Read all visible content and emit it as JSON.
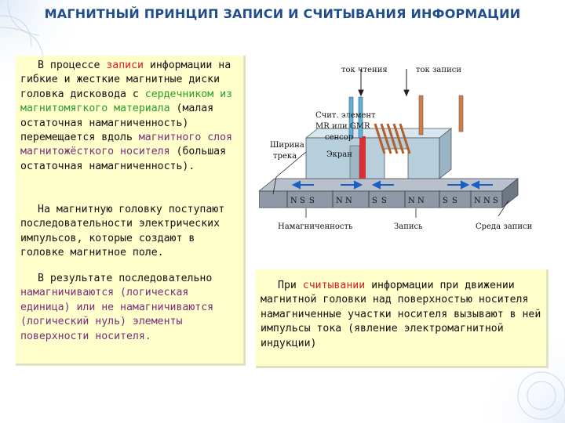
{
  "title": "МАГНИТНЫЙ ПРИНЦИП ЗАПИСИ И СЧИТЫВАНИЯ ИНФОРМАЦИИ",
  "left": {
    "p1": {
      "s1": "В процессе ",
      "s2": "записи",
      "s3": " информации на гибкие и жесткие магнитные диски головка дисковода с ",
      "s4": "сердечником из магнитомягкого материала",
      "s5": " (малая остаточная намагниченность) перемещается вдоль ",
      "s6": "магнитного слоя магнитожёсткого носителя",
      "s7": " (большая остаточная намагниченность)."
    },
    "p2": "На магнитную головку поступают последовательности электрических импульсов, которые создают в головке магнитное поле.",
    "p3": {
      "s1": "В результате последовательно ",
      "s2": "намагничиваются (логическая единица) или не намагничиваются (логический нуль) элементы поверхности носителя."
    }
  },
  "bottom": {
    "s1": "При ",
    "s2": "считывании",
    "s3": " информации при движении магнитной головки над поверхностью носителя намагниченные участки носителя вызывают в ней импульсы тока (явление электромагнитной индукции)"
  },
  "diagram": {
    "labels": {
      "read_current": "ток чтения",
      "write_current": "ток записи",
      "read_element": "Счит. элемент",
      "mr_gmr": "MR или GMR",
      "sensor": "сенсор",
      "screen": "Экран",
      "track_width_1": "Ширина",
      "track_width_2": "трека",
      "magnetization": "Намагниченность",
      "recording": "Запись",
      "medium": "Среда записи"
    },
    "poles": [
      "N",
      "S",
      "S",
      "N",
      "N",
      "S",
      "S",
      "N",
      "N",
      "S",
      "S",
      "N",
      "N",
      "S"
    ]
  }
}
